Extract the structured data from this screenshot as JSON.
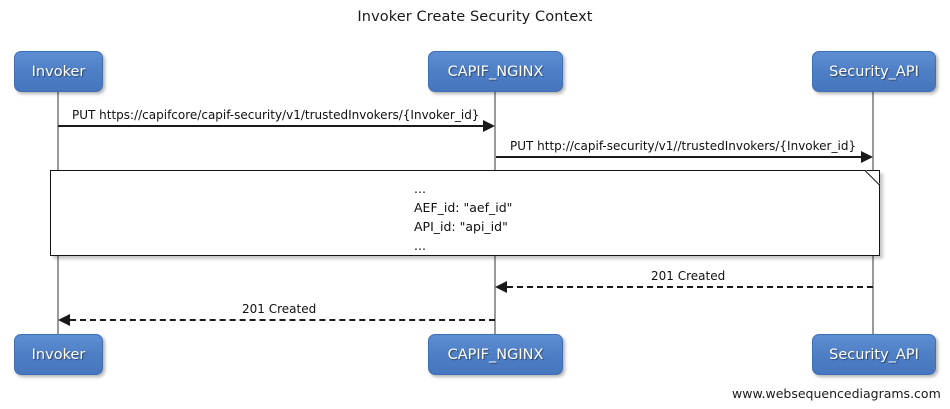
{
  "diagram": {
    "title": "Invoker Create Security Context",
    "footer": "www.websequencediagrams.com",
    "colors": {
      "participant_fill_top": "#5d8dd2",
      "participant_fill_bottom": "#4676bd",
      "participant_border": "#3f6fb5",
      "participant_text": "#ffffff",
      "lifeline": "#9a9a9a",
      "message_line": "#1a1a1a",
      "note_fill": "#ffffff",
      "note_border": "#151515",
      "background": "#ffffff"
    },
    "participants": [
      {
        "id": "invoker",
        "label": "Invoker"
      },
      {
        "id": "capif_nginx",
        "label": "CAPIF_NGINX"
      },
      {
        "id": "security_api",
        "label": "Security_API"
      }
    ],
    "messages": [
      {
        "id": "m1",
        "label": "PUT https://capifcore/capif-security/v1/trustedInvokers/{Invoker_id}",
        "from": "invoker",
        "to": "capif_nginx",
        "style": "solid",
        "direction": "right"
      },
      {
        "id": "m2",
        "label": "PUT http://capif-security/v1//trustedInvokers/{Invoker_id}",
        "from": "capif_nginx",
        "to": "security_api",
        "style": "solid",
        "direction": "right"
      },
      {
        "id": "m3",
        "label": "201 Created",
        "from": "security_api",
        "to": "capif_nginx",
        "style": "dashed",
        "direction": "left"
      },
      {
        "id": "m4",
        "label": "201 Created",
        "from": "capif_nginx",
        "to": "invoker",
        "style": "dashed",
        "direction": "left"
      }
    ],
    "note": {
      "lines": [
        "...",
        "AEF_id: \"aef_id\"",
        "API_id: \"api_id\"",
        "..."
      ],
      "text": "...\nAEF_id: \"aef_id\"\nAPI_id: \"api_id\"\n..."
    }
  }
}
